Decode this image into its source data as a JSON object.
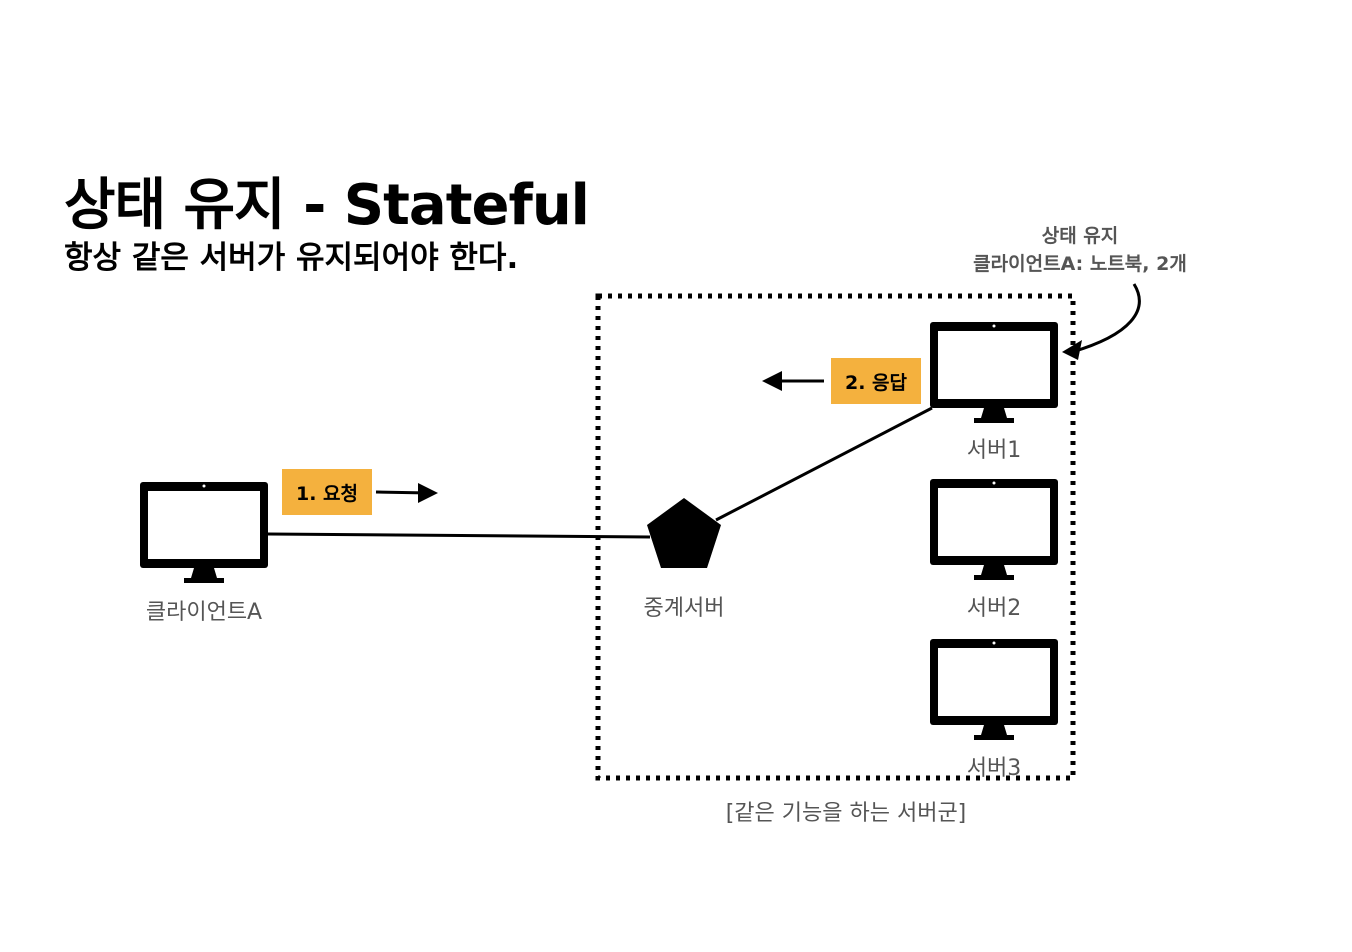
{
  "title": "상태 유지 - Stateful",
  "subtitle": "항상 같은 서버가 유지되어야 한다.",
  "client": {
    "label": "클라이언트A"
  },
  "relay": {
    "label": "중계서버"
  },
  "servers": [
    {
      "label": "서버1"
    },
    {
      "label": "서버2"
    },
    {
      "label": "서버3"
    }
  ],
  "group_caption": "[같은 기능을 하는 서버군]",
  "request_tag": "1. 요청",
  "response_tag": "2. 응답",
  "state_note": {
    "line1": "상태 유지",
    "line2": "클라이언트A: 노트북, 2개"
  },
  "colors": {
    "tag": "#f4b13e",
    "label": "#555555",
    "ink": "#000000"
  }
}
